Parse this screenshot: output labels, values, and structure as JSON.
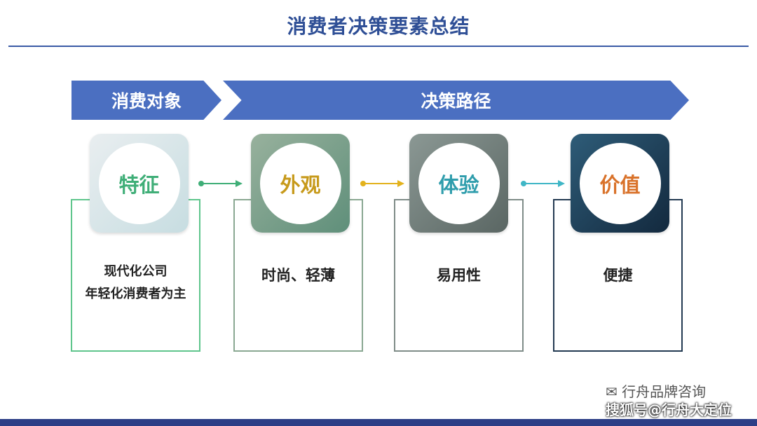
{
  "header": {
    "title": "消费者决策要素总结"
  },
  "banners": {
    "object": "消费对象",
    "path": "决策路径"
  },
  "cards": [
    {
      "label": "特征",
      "body_line1": "现代化公司",
      "body_line2": "年轻化消费者为主"
    },
    {
      "label": "外观",
      "body_line1": "时尚、轻薄",
      "body_line2": ""
    },
    {
      "label": "体验",
      "body_line1": "易用性",
      "body_line2": ""
    },
    {
      "label": "价值",
      "body_line1": "便捷",
      "body_line2": ""
    }
  ],
  "colors": {
    "title": "#2f4f96",
    "banner": "#4b6fc1",
    "card1_accent": "#3fae77",
    "card2_accent": "#c79a1b",
    "card3_accent": "#2f9dac",
    "card4_accent": "#d9722a",
    "footer": "#2c3e86"
  },
  "watermark": {
    "brand": "行舟品牌咨询",
    "sohu": "搜狐号@行舟大定位"
  }
}
